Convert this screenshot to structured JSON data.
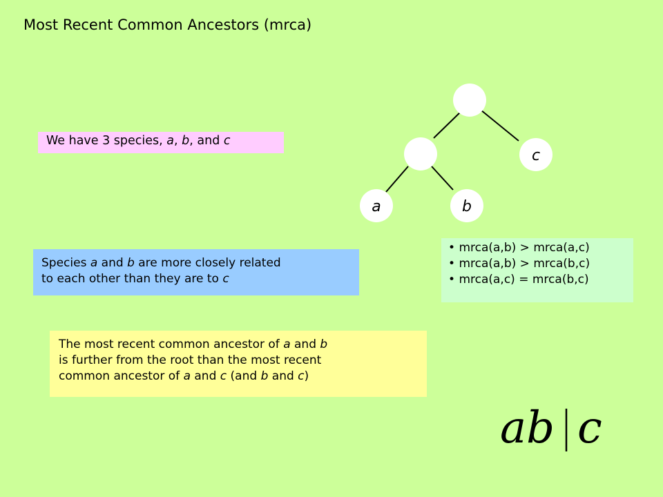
{
  "slide": {
    "title": "Most Recent Common Ancestors (mrca)"
  },
  "pink_box": {
    "parts": [
      "We have 3 species, ",
      "a",
      ", ",
      "b",
      ", and ",
      "c"
    ]
  },
  "tree": {
    "leaves": [
      "a",
      "b",
      "c"
    ]
  },
  "blue_box": {
    "line1": [
      "Species ",
      "a",
      " and ",
      "b",
      " are more closely related"
    ],
    "line2": [
      "to each other than they are to ",
      "c"
    ]
  },
  "green_box": {
    "bullets": [
      {
        "bullet": "•",
        "left": "mrca(a,b)",
        "op": ">",
        "right": "mrca(a,c)"
      },
      {
        "bullet": "•",
        "left": "mrca(a,b)",
        "op": ">",
        "right": "mrca(b,c)"
      },
      {
        "bullet": "•",
        "left": "mrca(a,c)",
        "op": "=",
        "right": "mrca(b,c)"
      }
    ]
  },
  "yellow_box": {
    "line1": [
      "The most recent common ancestor of ",
      "a",
      " and ",
      "b"
    ],
    "line2": [
      "is further from the root than the most recent"
    ],
    "line3": [
      "common ancestor of ",
      "a",
      " and ",
      "c",
      " (and ",
      "b",
      " and ",
      "c",
      ")"
    ]
  },
  "formula": {
    "left": "ab",
    "sep": "|",
    "right": "c"
  }
}
